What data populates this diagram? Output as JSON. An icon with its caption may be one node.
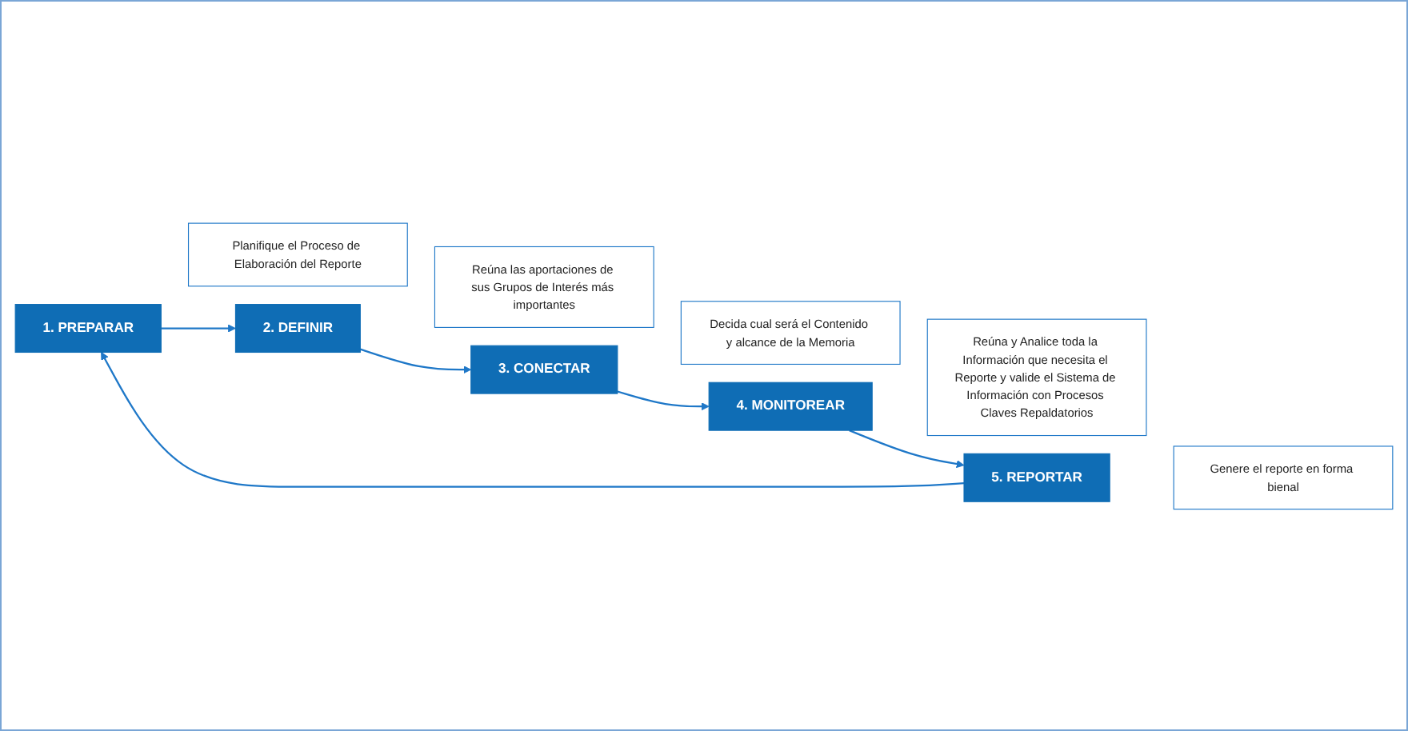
{
  "diagram": {
    "nodes": [
      {
        "text": [
          "1. PREPARAR"
        ]
      },
      {
        "text": [
          "Planifique el Proceso de Elaboración del Reporte"
        ]
      },
      {
        "text": [
          "2. DEFINIR"
        ]
      },
      {
        "text": [
          "Reúna las aportaciones de sus Grupos de Interés más importantes"
        ]
      },
      {
        "text": [
          "3. CONECTAR"
        ]
      },
      {
        "text": [
          "Decida cual será el Contenido y alcance de la Memoria"
        ]
      },
      {
        "text": [
          "4. MONITOREAR"
        ]
      },
      {
        "text": [
          "Reúna y Analice toda la Información que necesita el Reporte y valide el Sistema de Información con Procesos Claves Repaldatorios"
        ]
      },
      {
        "text": [
          "5. REPORTAR"
        ]
      },
      {
        "text": [
          "Genere el reporte en forma bienal"
        ]
      }
    ],
    "edges": [
      {
        "from": 0,
        "to": 2,
        "arrow": "to"
      },
      {
        "from": 2,
        "to": 4,
        "arrow": "to"
      },
      {
        "from": 4,
        "to": 6,
        "arrow": "to"
      },
      {
        "from": 6,
        "to": 8,
        "arrow": "to"
      },
      {
        "from": 8,
        "to": 0,
        "arrow": "to"
      }
    ]
  }
}
